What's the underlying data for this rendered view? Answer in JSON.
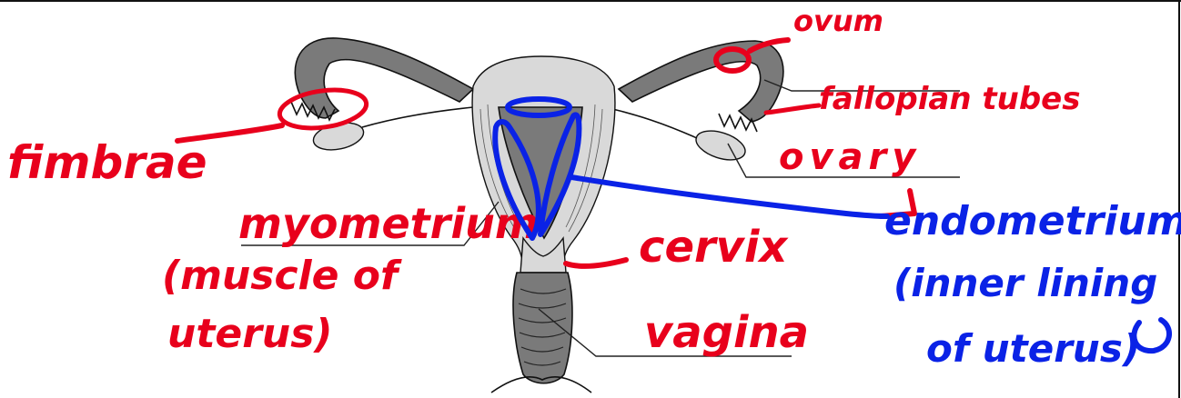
{
  "labels": {
    "ovum": "ovum",
    "fallopian_tubes": "fallopian tubes",
    "fimbrae": "fimbrae",
    "ovary": "ovary",
    "myometrium": "myometrium",
    "myometrium_note_1": "(muscle of",
    "myometrium_note_2": "uterus)",
    "cervix": "cervix",
    "vagina": "vagina",
    "endometrium": "endometrium",
    "endometrium_note_1": "(inner lining",
    "endometrium_note_2": "of uterus)"
  },
  "colors": {
    "annotation_red": "#e8001c",
    "annotation_blue": "#0a22e6",
    "tissue_gray": "#7a7a7a",
    "tissue_light": "#d9d9d9"
  }
}
